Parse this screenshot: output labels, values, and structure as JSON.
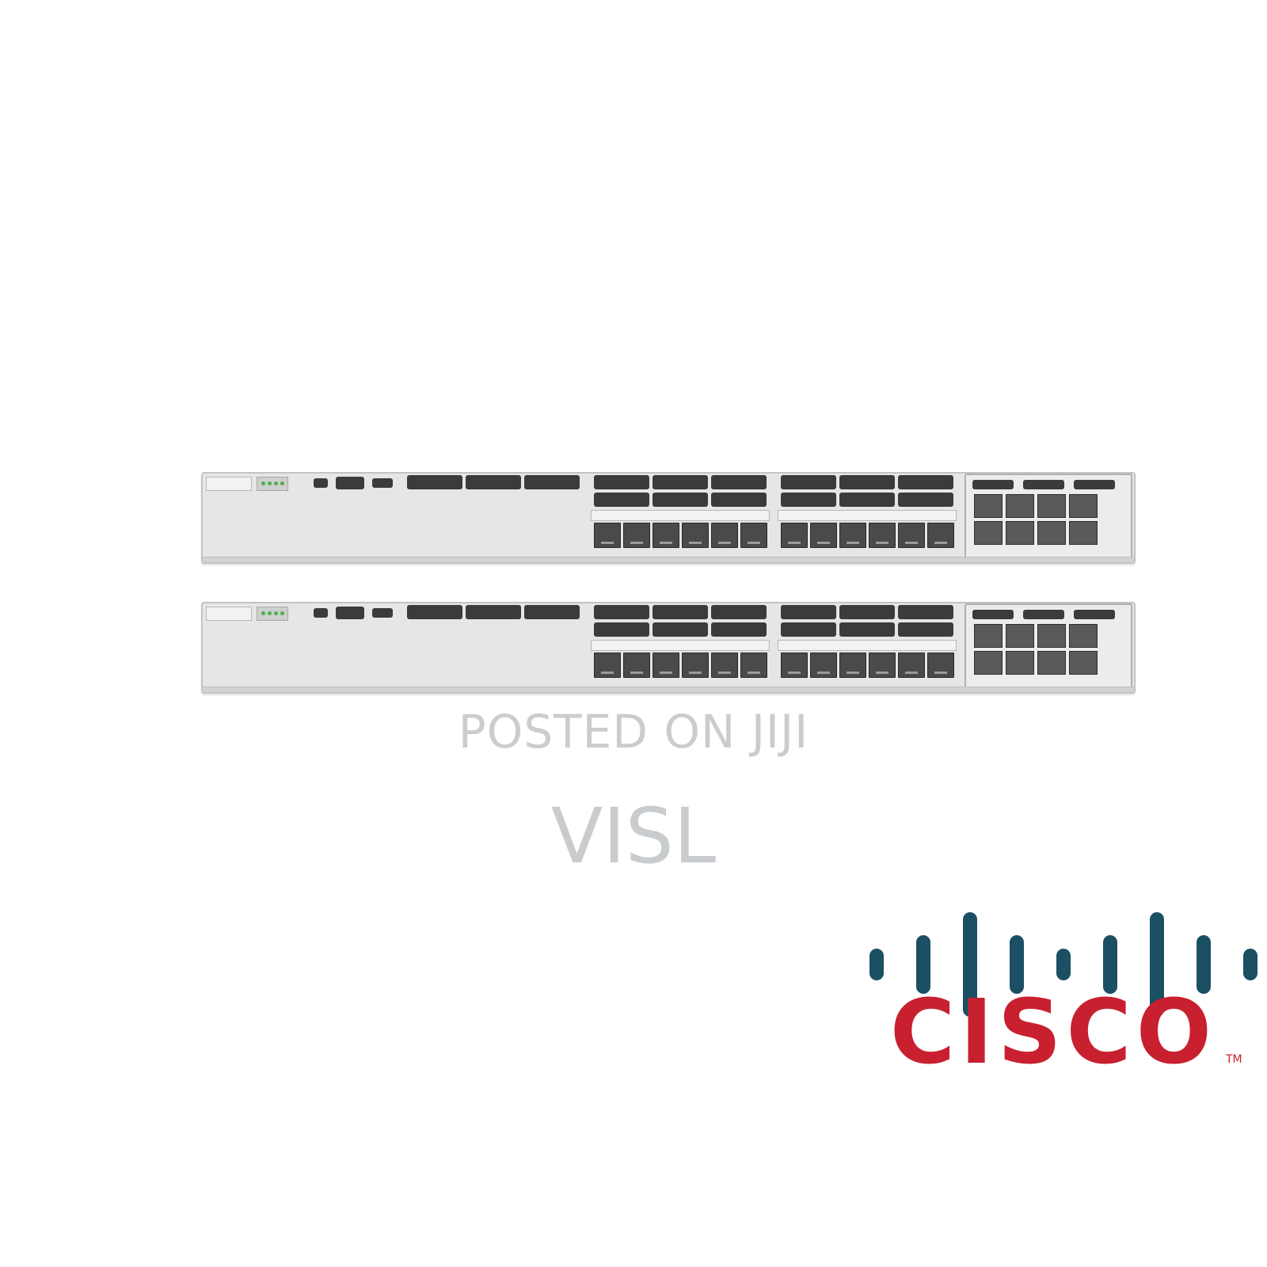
{
  "watermark": {
    "posted": "POSTED ON JIJI",
    "seller": "VISL"
  },
  "logo": {
    "text": "CISCO",
    "trademark": "TM",
    "bar_color": "#1b4f63",
    "text_color": "#c8202f"
  },
  "product": {
    "units": 2,
    "sfp_ports_per_unit": 24,
    "uplink_module_ports": 8,
    "chassis_color": "#e6e6e6"
  }
}
